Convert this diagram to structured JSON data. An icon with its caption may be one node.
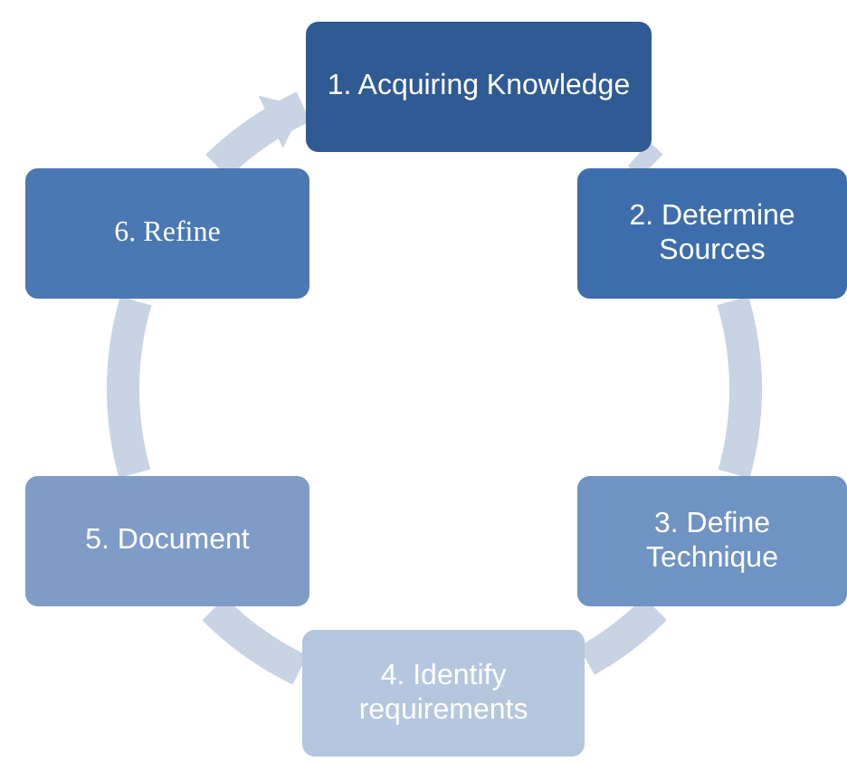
{
  "diagram": {
    "nodes": [
      {
        "text": [
          "1. Acquiring Knowledge"
        ]
      },
      {
        "text": [
          "2. Determine Sources"
        ]
      },
      {
        "text": [
          "3. Define Technique"
        ]
      },
      {
        "text": [
          "4. Identify requirements"
        ]
      },
      {
        "text": [
          "5. Document"
        ]
      },
      {
        "text": [
          "6. Refine"
        ]
      }
    ],
    "edges": [
      {
        "from": 0,
        "to": 1,
        "arrow": "none"
      },
      {
        "from": 1,
        "to": 2,
        "arrow": "none"
      },
      {
        "from": 2,
        "to": 3,
        "arrow": "none"
      },
      {
        "from": 3,
        "to": 4,
        "arrow": "none"
      },
      {
        "from": 4,
        "to": 5,
        "arrow": "none"
      },
      {
        "from": 5,
        "to": 0,
        "arrow": "to"
      }
    ]
  }
}
